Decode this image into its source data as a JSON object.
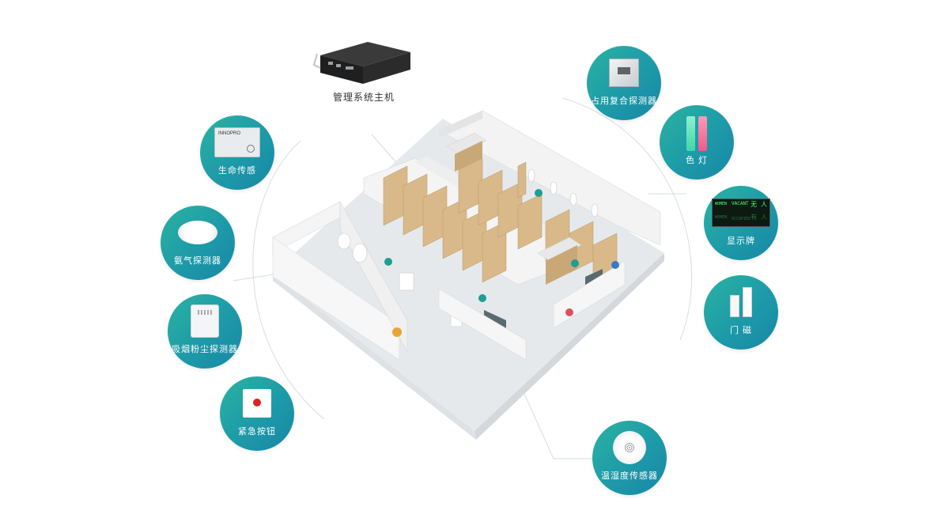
{
  "host": {
    "label": "管理系统主机"
  },
  "devices": [
    {
      "id": "life-sensor",
      "label": "生命传感",
      "icon": "life-sensor-icon",
      "badge_text": "INNOPRO"
    },
    {
      "id": "ammonia-detector",
      "label": "氨气探测器",
      "icon": "ammonia-detector-icon"
    },
    {
      "id": "smoke-dust-detector",
      "label": "吸烟粉尘探测器",
      "icon": "smoke-detector-icon"
    },
    {
      "id": "emergency-button",
      "label": "紧急按钮",
      "icon": "emergency-button-icon"
    },
    {
      "id": "occupancy-detector",
      "label": "占用复合探测器",
      "icon": "occupancy-detector-icon"
    },
    {
      "id": "color-light",
      "label": "色 灯",
      "icon": "color-light-icon"
    },
    {
      "id": "display-sign",
      "label": "显示牌",
      "icon": "display-sign-icon",
      "sign": {
        "cn_top": "无 人",
        "en_top": "VACANT",
        "en_women": "WOMEN",
        "cn_bottom": "有 人",
        "en_bottom": "OCCUPIED",
        "en_women2": "WOMEN"
      }
    },
    {
      "id": "door-magnet",
      "label": "门 磁",
      "icon": "door-magnet-icon"
    },
    {
      "id": "temp-humidity-sensor",
      "label": "温湿度传感器",
      "icon": "temp-humidity-sensor-icon"
    }
  ],
  "colors": {
    "node_start": "#2bb3a2",
    "node_end": "#1887a6",
    "pin": "#1f9e93",
    "line": "#cfd8d8",
    "partition": "#d9b98a"
  }
}
